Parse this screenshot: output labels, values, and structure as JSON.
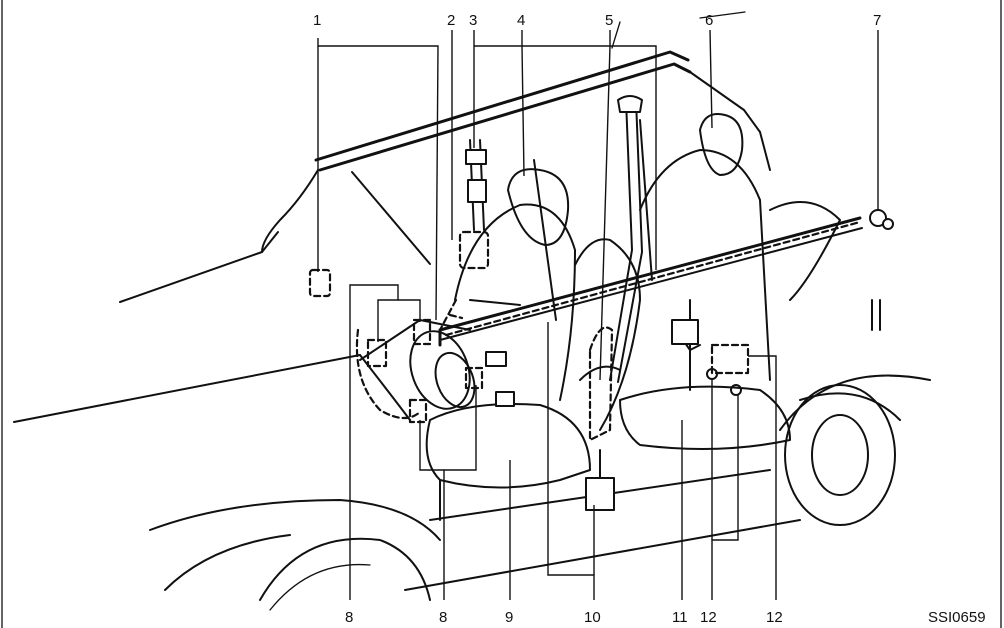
{
  "diagram": {
    "callouts": [
      {
        "id": "c1",
        "label": "1"
      },
      {
        "id": "c2",
        "label": "2"
      },
      {
        "id": "c3",
        "label": "3"
      },
      {
        "id": "c4",
        "label": "4"
      },
      {
        "id": "c5",
        "label": "5"
      },
      {
        "id": "c6",
        "label": "6"
      },
      {
        "id": "c7",
        "label": "7"
      },
      {
        "id": "c8a",
        "label": "8"
      },
      {
        "id": "c8b",
        "label": "8"
      },
      {
        "id": "c9",
        "label": "9"
      },
      {
        "id": "c10",
        "label": "10"
      },
      {
        "id": "c11",
        "label": "11"
      },
      {
        "id": "c12a",
        "label": "12"
      },
      {
        "id": "c12b",
        "label": "12"
      }
    ],
    "figure_code": "SSI0659",
    "colors": {
      "line": "#111111",
      "background": "#ffffff"
    }
  }
}
